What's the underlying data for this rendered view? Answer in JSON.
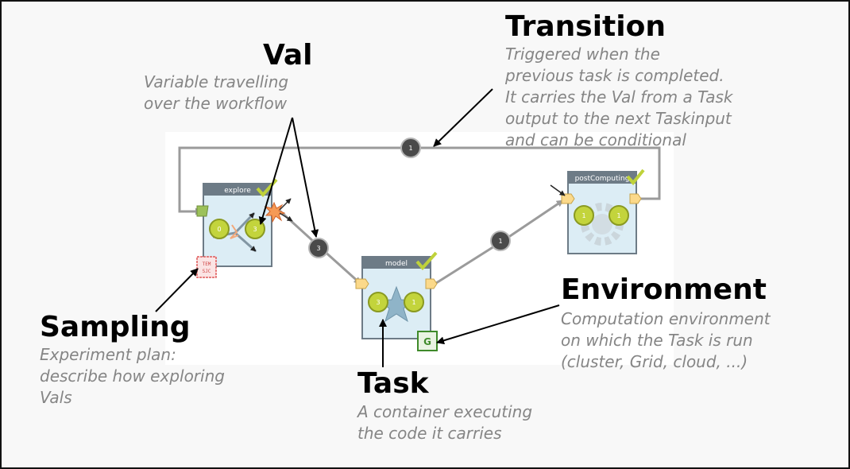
{
  "labels": {
    "val": {
      "title": "Val",
      "description": "Variable travelling\nover the workflow"
    },
    "transition": {
      "title": "Transition",
      "description": "Triggered when the\nprevious task is completed.\nIt carries the Val from a Task\noutput to the next Taskinput\nand can be conditional"
    },
    "sampling": {
      "title": "Sampling",
      "description": "Experiment plan:\ndescribe how exploring\nVals"
    },
    "task": {
      "title": "Task",
      "description": "A container executing\nthe code it carries"
    },
    "environment": {
      "title": "Environment",
      "description": "Computation environment\non which the Task is run\n(cluster, Grid, cloud, ...)"
    }
  },
  "workflow": {
    "tasks": [
      {
        "name": "explore",
        "inputs": [
          "0"
        ],
        "outputs": [
          "3"
        ]
      },
      {
        "name": "model",
        "inputs": [
          "3"
        ],
        "outputs": [
          "1"
        ]
      },
      {
        "name": "postComputing",
        "inputs": [
          "1"
        ],
        "outputs": [
          "1"
        ]
      }
    ],
    "transitions": [
      {
        "from": "explore",
        "to": "model",
        "count": "3"
      },
      {
        "from": "model",
        "to": "postComputing",
        "count": "1"
      },
      {
        "from": "postComputing",
        "to": "explore",
        "count": "1"
      }
    ],
    "environment_letter": "G",
    "sampling_glyph": "TEM\nSJC"
  },
  "colors": {
    "task_header": "#6d7b86",
    "task_body": "#dcedf5",
    "task_border": "#6d7b86",
    "val_green": "#c3d43c",
    "transition_line": "#9b9b9b",
    "transition_badge": "#4a4a4a",
    "check_mark": "#bfd23a",
    "sampling_red": "#e05858",
    "environment_green": "#3f8a2a",
    "port_yellow": "#fbd98a",
    "port_green": "#9cc15a"
  }
}
